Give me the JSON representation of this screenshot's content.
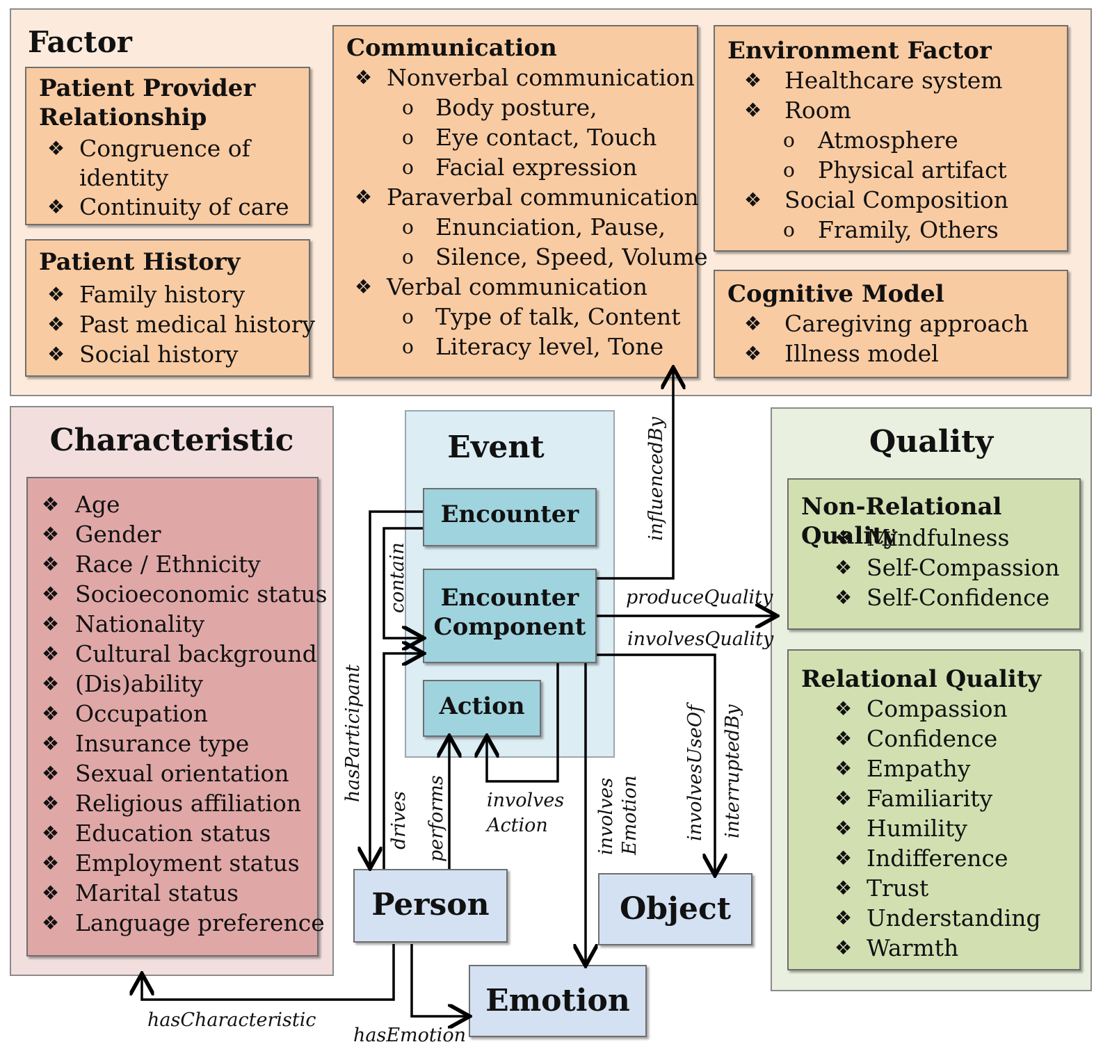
{
  "factor": {
    "title": "Factor",
    "patient_provider": {
      "title_line1": "Patient Provider",
      "title_line2": "Relationship",
      "items": [
        "Congruence of",
        "identity",
        "Continuity of care"
      ]
    },
    "patient_history": {
      "title": "Patient History",
      "items": [
        "Family history",
        "Past medical history",
        "Social history"
      ]
    },
    "communication": {
      "title": "Communication",
      "groups": [
        {
          "label": "Nonverbal communication",
          "subs": [
            "Body posture,",
            "Eye contact, Touch",
            "Facial expression"
          ]
        },
        {
          "label": "Paraverbal communication",
          "subs": [
            "Enunciation, Pause,",
            "Silence, Speed, Volume"
          ]
        },
        {
          "label": "Verbal communication",
          "subs": [
            "Type of talk, Content",
            "Literacy level, Tone"
          ]
        }
      ]
    },
    "environment": {
      "title": "Environment Factor",
      "items": [
        "Healthcare system",
        "Room",
        "Atmosphere",
        "Physical artifact",
        "Social Composition",
        "Framily, Others"
      ]
    },
    "cognitive": {
      "title": "Cognitive Model",
      "items": [
        "Caregiving approach",
        "Illness model"
      ]
    }
  },
  "characteristic": {
    "title": "Characteristic",
    "items": [
      "Age",
      "Gender",
      "Race / Ethnicity",
      "Socioeconomic status",
      "Nationality",
      "Cultural background",
      "(Dis)ability",
      "Occupation",
      "Insurance type",
      "Sexual orientation",
      "Religious affiliation",
      "Education status",
      "Employment status",
      "Marital status",
      "Language preference"
    ]
  },
  "event": {
    "title": "Event",
    "encounter": "Encounter",
    "component_line1": "Encounter",
    "component_line2": "Component",
    "action": "Action"
  },
  "quality": {
    "title": "Quality",
    "non_relational": {
      "title": "Non-Relational Quality",
      "items": [
        "Mindfulness",
        "Self-Compassion",
        "Self-Confidence"
      ]
    },
    "relational": {
      "title": "Relational Quality",
      "items": [
        "Compassion",
        "Confidence",
        "Empathy",
        "Familiarity",
        "Humility",
        "Indifference",
        "Trust",
        "Understanding",
        "Warmth"
      ]
    }
  },
  "nodes": {
    "person": "Person",
    "object": "Object",
    "emotion": "Emotion"
  },
  "edges": {
    "influencedBy": "influencedBy",
    "produceQuality": "produceQuality",
    "involvesQuality": "involvesQuality",
    "contain": "contain",
    "hasParticipant": "hasParticipant",
    "drives": "drives",
    "performs": "performs",
    "involves_action_1": "involves",
    "involves_action_2": "Action",
    "involves_emotion_1": "involves",
    "involves_emotion_2": "Emotion",
    "involvesUseOf": "involvesUseOf",
    "interruptedBy": "interruptedBy",
    "hasCharacteristic": "hasCharacteristic",
    "hasEmotion": "hasEmotion"
  },
  "bullet_symbols": {
    "diamond": "❖",
    "circle": "o"
  },
  "colors": {
    "factor_bg": "#fcebdc",
    "factor_box": "#f9cba2",
    "characteristic_bg": "#f3dede",
    "characteristic_box": "#e0a7a7",
    "event_bg": "#dcedf4",
    "event_box": "#9fd3de",
    "quality_bg": "#eaf0df",
    "quality_box": "#d2dfb1",
    "node_box": "#d3e1f2"
  }
}
